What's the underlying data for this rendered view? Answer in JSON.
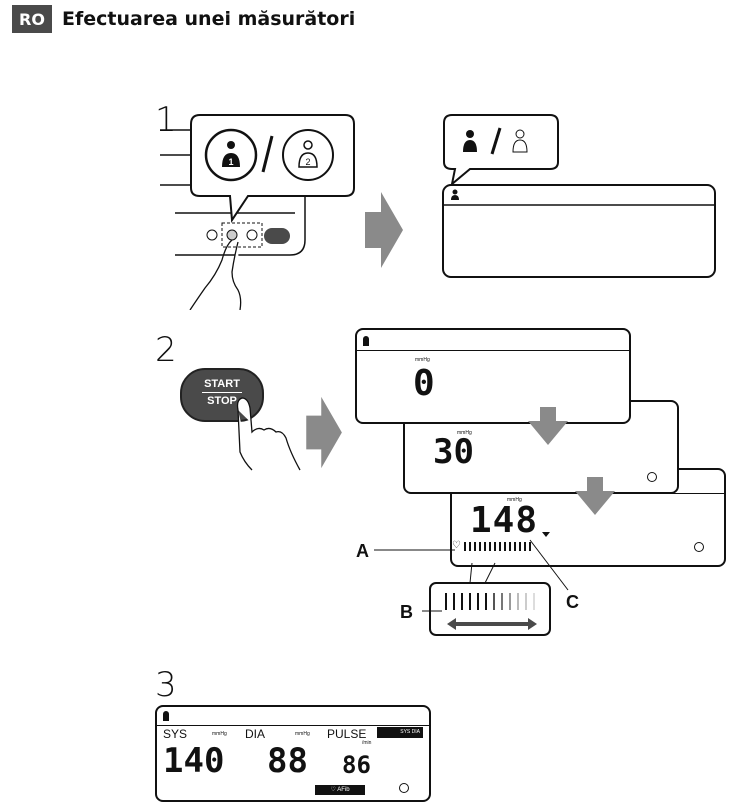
{
  "header": {
    "lang_badge": "RO",
    "title": "Efectuarea unei măsurători"
  },
  "steps": [
    "1",
    "2",
    "3"
  ],
  "step2": {
    "button_top": "START",
    "button_bottom": "STOP",
    "unit": "mmHg",
    "readings": [
      "0",
      "30",
      "148"
    ],
    "callouts": {
      "a": "A",
      "b": "B",
      "c": "C"
    }
  },
  "step3": {
    "sys_label": "SYS",
    "dia_label": "DIA",
    "pulse_label": "PULSE",
    "unit": "mmHg",
    "pulse_unit": "/min",
    "sys_value": "140",
    "dia_value": "88",
    "pulse_value": "86",
    "afib_label": "AFib",
    "sys_dia_tag": "SYS DIA"
  },
  "colors": {
    "badge": "#4a4a4a",
    "arrow": "#8a8a8a"
  }
}
